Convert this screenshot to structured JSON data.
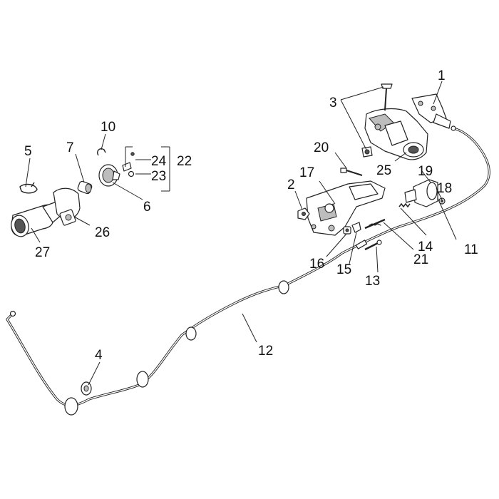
{
  "callouts": {
    "c1": "1",
    "c2": "2",
    "c3": "3",
    "c4": "4",
    "c5": "5",
    "c6": "6",
    "c7": "7",
    "c10": "10",
    "c11": "11",
    "c12": "12",
    "c13": "13",
    "c14": "14",
    "c15": "15",
    "c16": "16",
    "c17": "17",
    "c18": "18",
    "c19": "19",
    "c20": "20",
    "c21": "21",
    "c22": "22",
    "c23": "23",
    "c24": "24",
    "c25": "25",
    "c26": "26",
    "c27": "27"
  },
  "colors": {
    "line": "#222222",
    "shade": "#bdbdbd",
    "background": "#ffffff"
  }
}
